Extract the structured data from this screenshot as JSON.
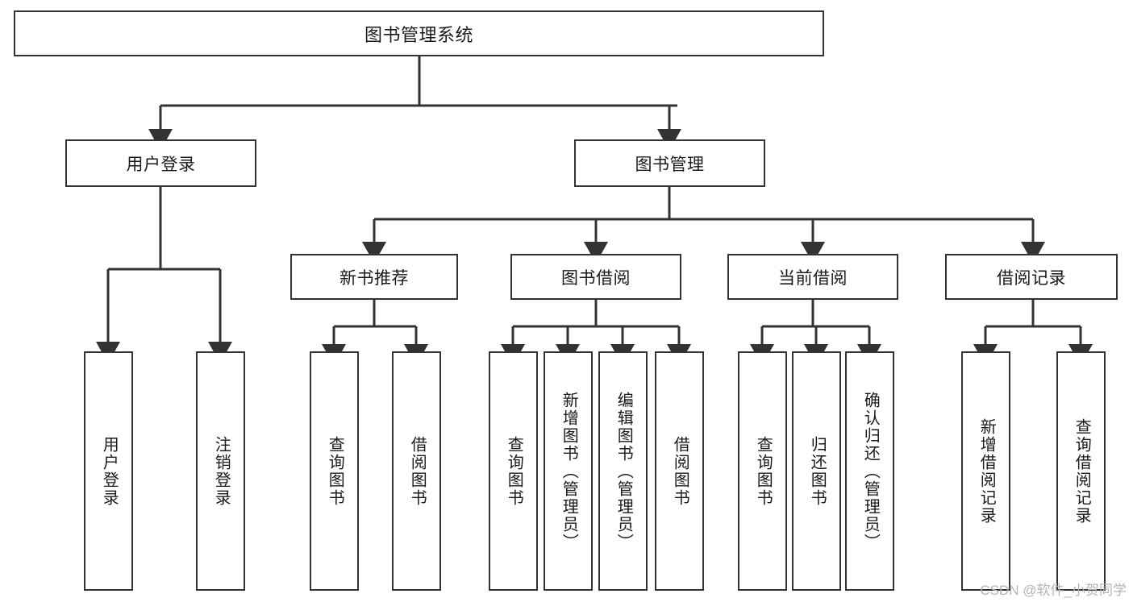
{
  "diagram": {
    "title": "图书管理系统",
    "type": "tree-hierarchy-diagram",
    "colors": {
      "background": "#ffffff",
      "box_border": "#333333",
      "box_fill": "#ffffff",
      "connector": "#333333",
      "text": "#1a1a1a",
      "watermark": "#b4b4b4"
    },
    "root": {
      "label": "图书管理系统"
    },
    "level2": [
      {
        "label": "用户登录"
      },
      {
        "label": "图书管理"
      }
    ],
    "level3": [
      {
        "label": "新书推荐"
      },
      {
        "label": "图书借阅"
      },
      {
        "label": "当前借阅"
      },
      {
        "label": "借阅记录"
      }
    ],
    "leaves": {
      "user_login": [
        {
          "label": "用户登录"
        },
        {
          "label": "注销登录"
        }
      ],
      "new_book_recommend": [
        {
          "label": "查询图书"
        },
        {
          "label": "借阅图书"
        }
      ],
      "book_borrow": [
        {
          "label": "查询图书"
        },
        {
          "label": "新增图书（管理员）"
        },
        {
          "label": "编辑图书（管理员）"
        },
        {
          "label": "借阅图书"
        }
      ],
      "current_borrow": [
        {
          "label": "查询图书"
        },
        {
          "label": "归还图书"
        },
        {
          "label": "确认归还（管理员）"
        }
      ],
      "borrow_records": [
        {
          "label": "新增借阅记录"
        },
        {
          "label": "查询借阅记录"
        }
      ]
    }
  },
  "watermark": {
    "text": "CSDN @软件_小贺同学"
  }
}
